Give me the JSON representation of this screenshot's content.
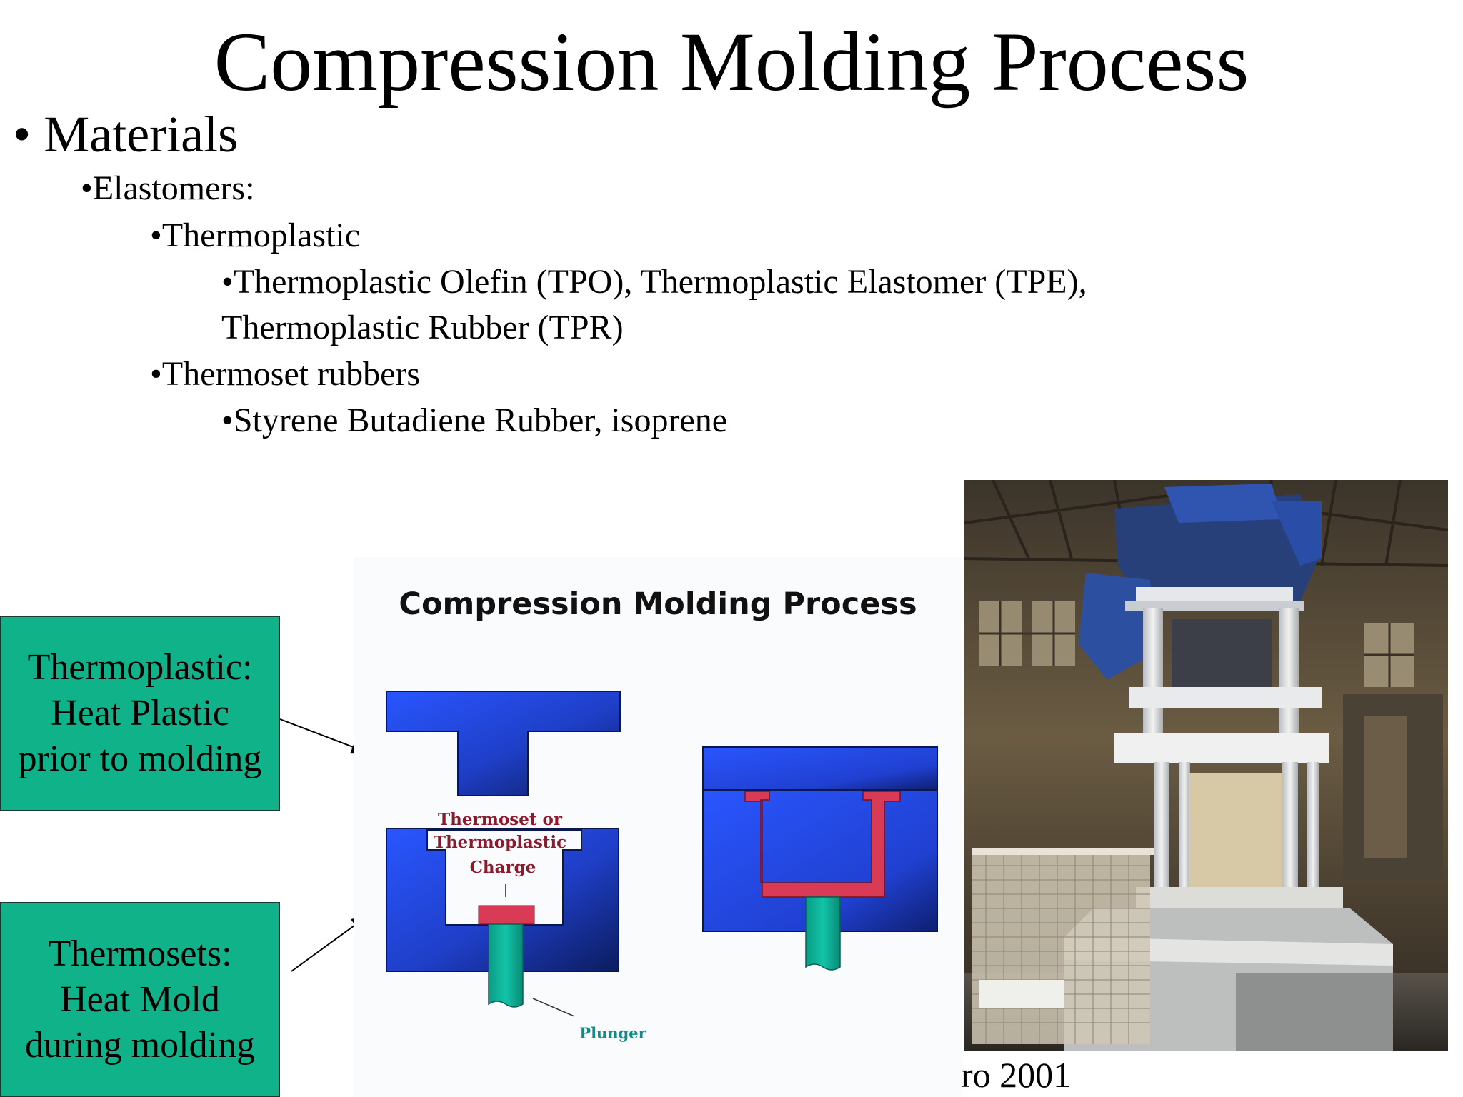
{
  "slide": {
    "title": "Compression Molding Process",
    "bullets": {
      "materials": "Materials",
      "elastomers": "Elastomers:",
      "thermoplastic": "Thermoplastic",
      "tpo_line1": "Thermoplastic Olefin (TPO), Thermoplastic Elastomer (TPE),",
      "tpo_line2": "Thermoplastic Rubber (TPR)",
      "thermoset": "Thermoset rubbers",
      "sbr": "Styrene Butadiene Rubber, isoprene"
    },
    "bullet_symbol": "•"
  },
  "callouts": {
    "thermoplastic": [
      "Thermoplastic:",
      "Heat Plastic",
      "prior to molding"
    ],
    "thermosets": [
      "Thermosets:",
      "Heat Mold",
      "during molding"
    ],
    "color": "#10b389"
  },
  "diagram": {
    "title": "Compression Molding Process",
    "charge_label": [
      "Thermoset or",
      "Thermoplastic",
      "Charge"
    ],
    "plunger_label": "Plunger",
    "colors": {
      "mold": "#2244d6",
      "charge": "#d93a55",
      "plunger": "#0fae94",
      "label_red": "#8b1a2c",
      "label_teal": "#0e8b86"
    }
  },
  "footer_fragment": "ro 2001"
}
